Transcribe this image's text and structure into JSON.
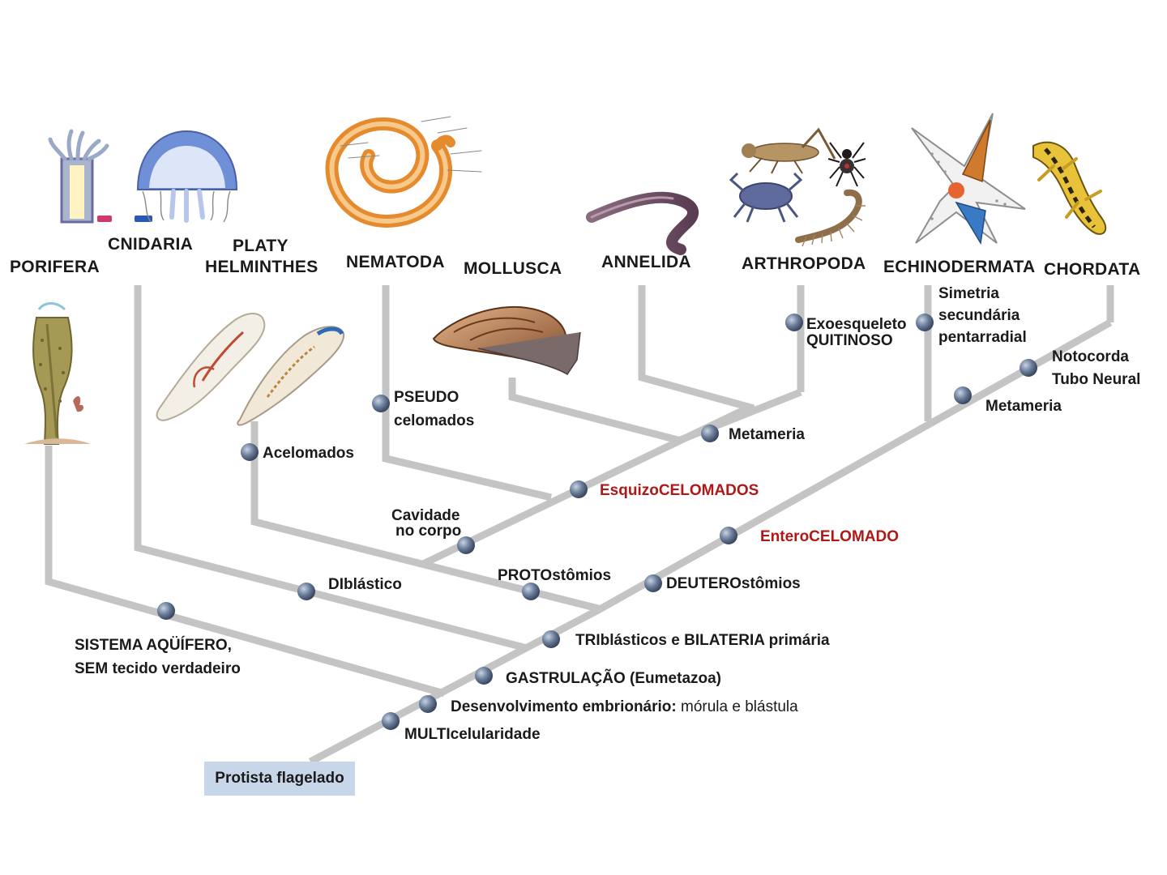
{
  "phyla": {
    "porifera": "PORIFERA",
    "cnidaria": "CNIDARIA",
    "platy_1": "PLATY",
    "platy_2": "HELMINTHES",
    "nematoda": "NEMATODA",
    "mollusca": "MOLLUSCA",
    "annelida": "ANNELIDA",
    "arthropoda": "ARTHROPODA",
    "echinodermata": "ECHINODERMATA",
    "chordata": "CHORDATA"
  },
  "traits": {
    "root": "Protista flagelado",
    "multicelularidade": "MULTIcelularidade",
    "desenvolvimento_a": "Desenvolvimento embrionário:",
    "desenvolvimento_b": "mórula e blástula",
    "gastrulacao": "GASTRULAÇÃO (Eumetazoa)",
    "triblasticos": "TRIblásticos e BILATERIA primária",
    "sistema_1": "SISTEMA AQÜÍFERO,",
    "sistema_2": "SEM tecido verdadeiro",
    "diblastico": "DIblástico",
    "protostomios": "PROTOstômios",
    "deuterostomios": "DEUTEROstômios",
    "cavidade_1": "Cavidade",
    "cavidade_2": "no corpo",
    "acelomados": "Acelomados",
    "pseudo_1": "PSEUDO",
    "pseudo_2": "celomados",
    "esquizo": "EsquizoCELOMADOS",
    "entero": "EnteroCELOMADO",
    "metameria_proto": "Metameria",
    "exo_1": "Exoesqueleto",
    "exo_2": "QUITINOSO",
    "simetria_1": "Simetria",
    "simetria_2": "secundária",
    "simetria_3": "pentarradial",
    "notocorda_1": "Notocorda",
    "notocorda_2": "Tubo Neural",
    "metameria_deut": "Metameria"
  },
  "colors": {
    "branch": "#c4c4c4",
    "node": "#5b6f8c",
    "root_box": "#c8d6ea",
    "highlight_text": "#b01818"
  },
  "illustrations": [
    "sponge",
    "hydra-polyp",
    "jellyfish",
    "flatworms",
    "roundworm",
    "snail",
    "earthworm",
    "grasshopper",
    "spider",
    "crab",
    "centipede",
    "starfish",
    "salamander"
  ]
}
